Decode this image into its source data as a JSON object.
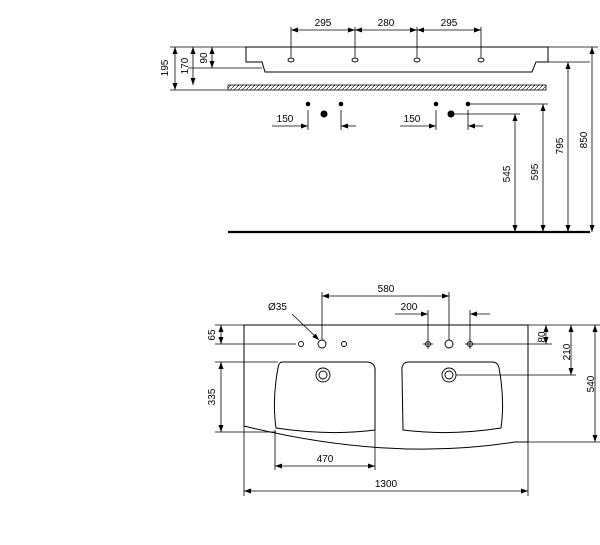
{
  "side_view": {
    "top_dims": [
      "295",
      "280",
      "295"
    ],
    "left_dims": [
      "195",
      "170",
      "90"
    ],
    "bottom_left_dims": [
      "150",
      "150"
    ],
    "right_dims": [
      "545",
      "595",
      "795",
      "850"
    ]
  },
  "plan_view": {
    "top_dims": [
      "580",
      "200"
    ],
    "diameter": "Ø35",
    "left_dims": [
      "65",
      "335"
    ],
    "right_dims": [
      "80",
      "210",
      "540"
    ],
    "bottom_dims": [
      "470",
      "1300"
    ]
  }
}
